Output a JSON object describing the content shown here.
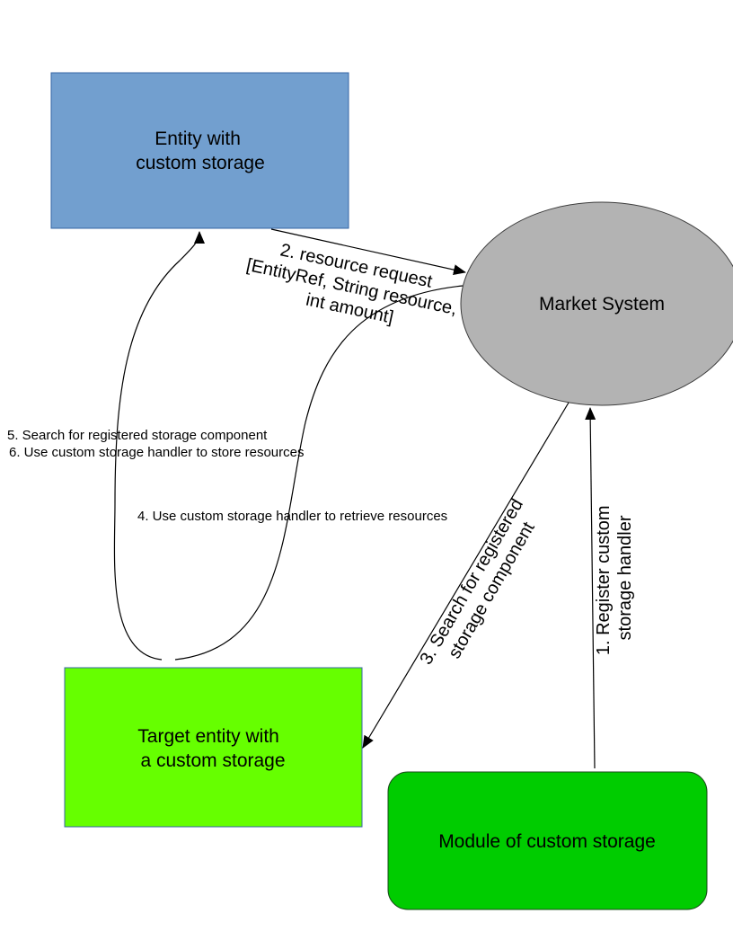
{
  "nodes": {
    "entity_custom_storage": {
      "lines": [
        "Entity with",
        "custom storage"
      ],
      "fill": "#729fcf"
    },
    "market_system": {
      "lines": [
        "Market System"
      ],
      "fill": "#b3b3b3"
    },
    "target_entity": {
      "lines": [
        "Target entity with",
        "a custom storage"
      ],
      "fill": "#66ff00"
    },
    "module_custom_storage": {
      "lines": [
        "Module of custom storage"
      ],
      "fill": "#00cc00"
    }
  },
  "edges": {
    "register_handler": {
      "lines": [
        "1. Register custom",
        "storage handler"
      ]
    },
    "resource_request": {
      "lines": [
        "2. resource request",
        "[EntityRef, String resource,",
        "int amount]"
      ]
    },
    "search_component": {
      "lines": [
        "3. Search for registered",
        "storage component"
      ]
    },
    "retrieve_resources": {
      "lines": [
        "4. Use custom storage handler to retrieve resources"
      ]
    },
    "search_and_store": {
      "lines": [
        "5. Search for registered storage component",
        "6. Use custom storage handler to store resources"
      ]
    }
  }
}
